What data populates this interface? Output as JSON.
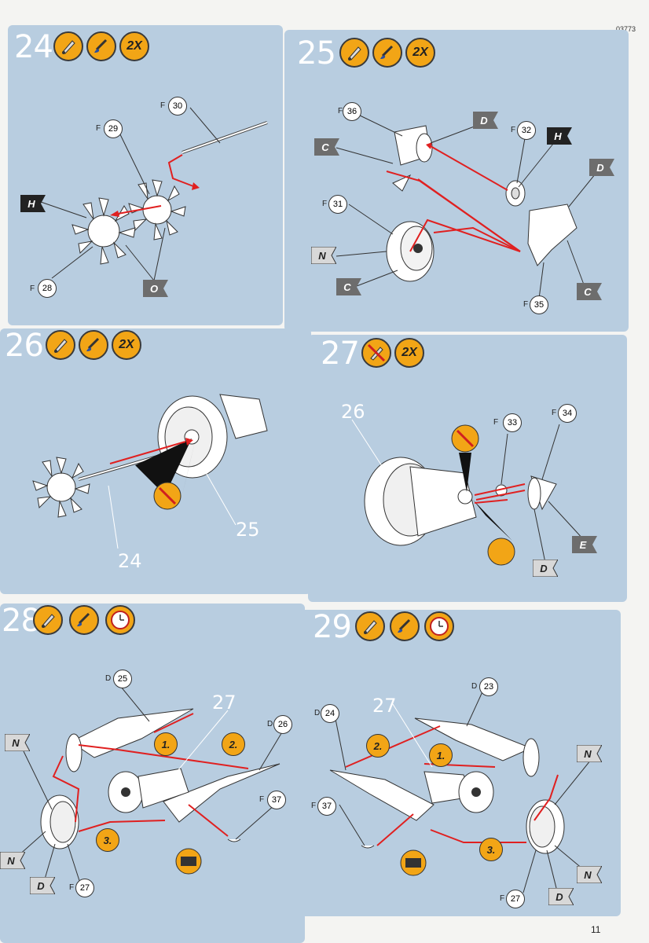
{
  "header": {
    "catalog_number": "03773",
    "page_number": "11"
  },
  "steps": [
    {
      "number": "24",
      "repeat": "2X",
      "parts": [
        {
          "prefix": "F",
          "num": "30"
        },
        {
          "prefix": "F",
          "num": "29"
        },
        {
          "prefix": "F",
          "num": "28"
        }
      ],
      "colors": [
        "H",
        "O"
      ]
    },
    {
      "number": "25",
      "repeat": "2X",
      "parts": [
        {
          "prefix": "F",
          "num": "36"
        },
        {
          "prefix": "F",
          "num": "32"
        },
        {
          "prefix": "F",
          "num": "31"
        },
        {
          "prefix": "F",
          "num": "35"
        }
      ],
      "colors": [
        "D",
        "H",
        "C",
        "D",
        "N",
        "C",
        "C"
      ]
    },
    {
      "number": "26",
      "repeat": "2X",
      "refs": [
        "24",
        "25"
      ]
    },
    {
      "number": "27",
      "repeat": "2X",
      "parts": [
        {
          "prefix": "F",
          "num": "33"
        },
        {
          "prefix": "F",
          "num": "34"
        }
      ],
      "refs": [
        "26"
      ],
      "colors": [
        "E",
        "D"
      ]
    },
    {
      "number": "28",
      "parts": [
        {
          "prefix": "D",
          "num": "25"
        },
        {
          "prefix": "D",
          "num": "26"
        },
        {
          "prefix": "F",
          "num": "37"
        },
        {
          "prefix": "F",
          "num": "27"
        }
      ],
      "refs": [
        "27"
      ],
      "substeps": [
        "1.",
        "2.",
        "3."
      ],
      "colors": [
        "N",
        "N",
        "D"
      ]
    },
    {
      "number": "29",
      "parts": [
        {
          "prefix": "D",
          "num": "23"
        },
        {
          "prefix": "D",
          "num": "24"
        },
        {
          "prefix": "F",
          "num": "37"
        },
        {
          "prefix": "F",
          "num": "27"
        }
      ],
      "refs": [
        "27"
      ],
      "substeps": [
        "2.",
        "1.",
        "3."
      ],
      "colors": [
        "N",
        "N",
        "D"
      ]
    }
  ],
  "colors": {
    "panel": "#b8cde0",
    "icon": "#f2a516",
    "arrow": "#e02020",
    "flag_dark": "#222222",
    "flag_grey": "#6d6d6d",
    "flag_light": "#d8d8d8"
  }
}
